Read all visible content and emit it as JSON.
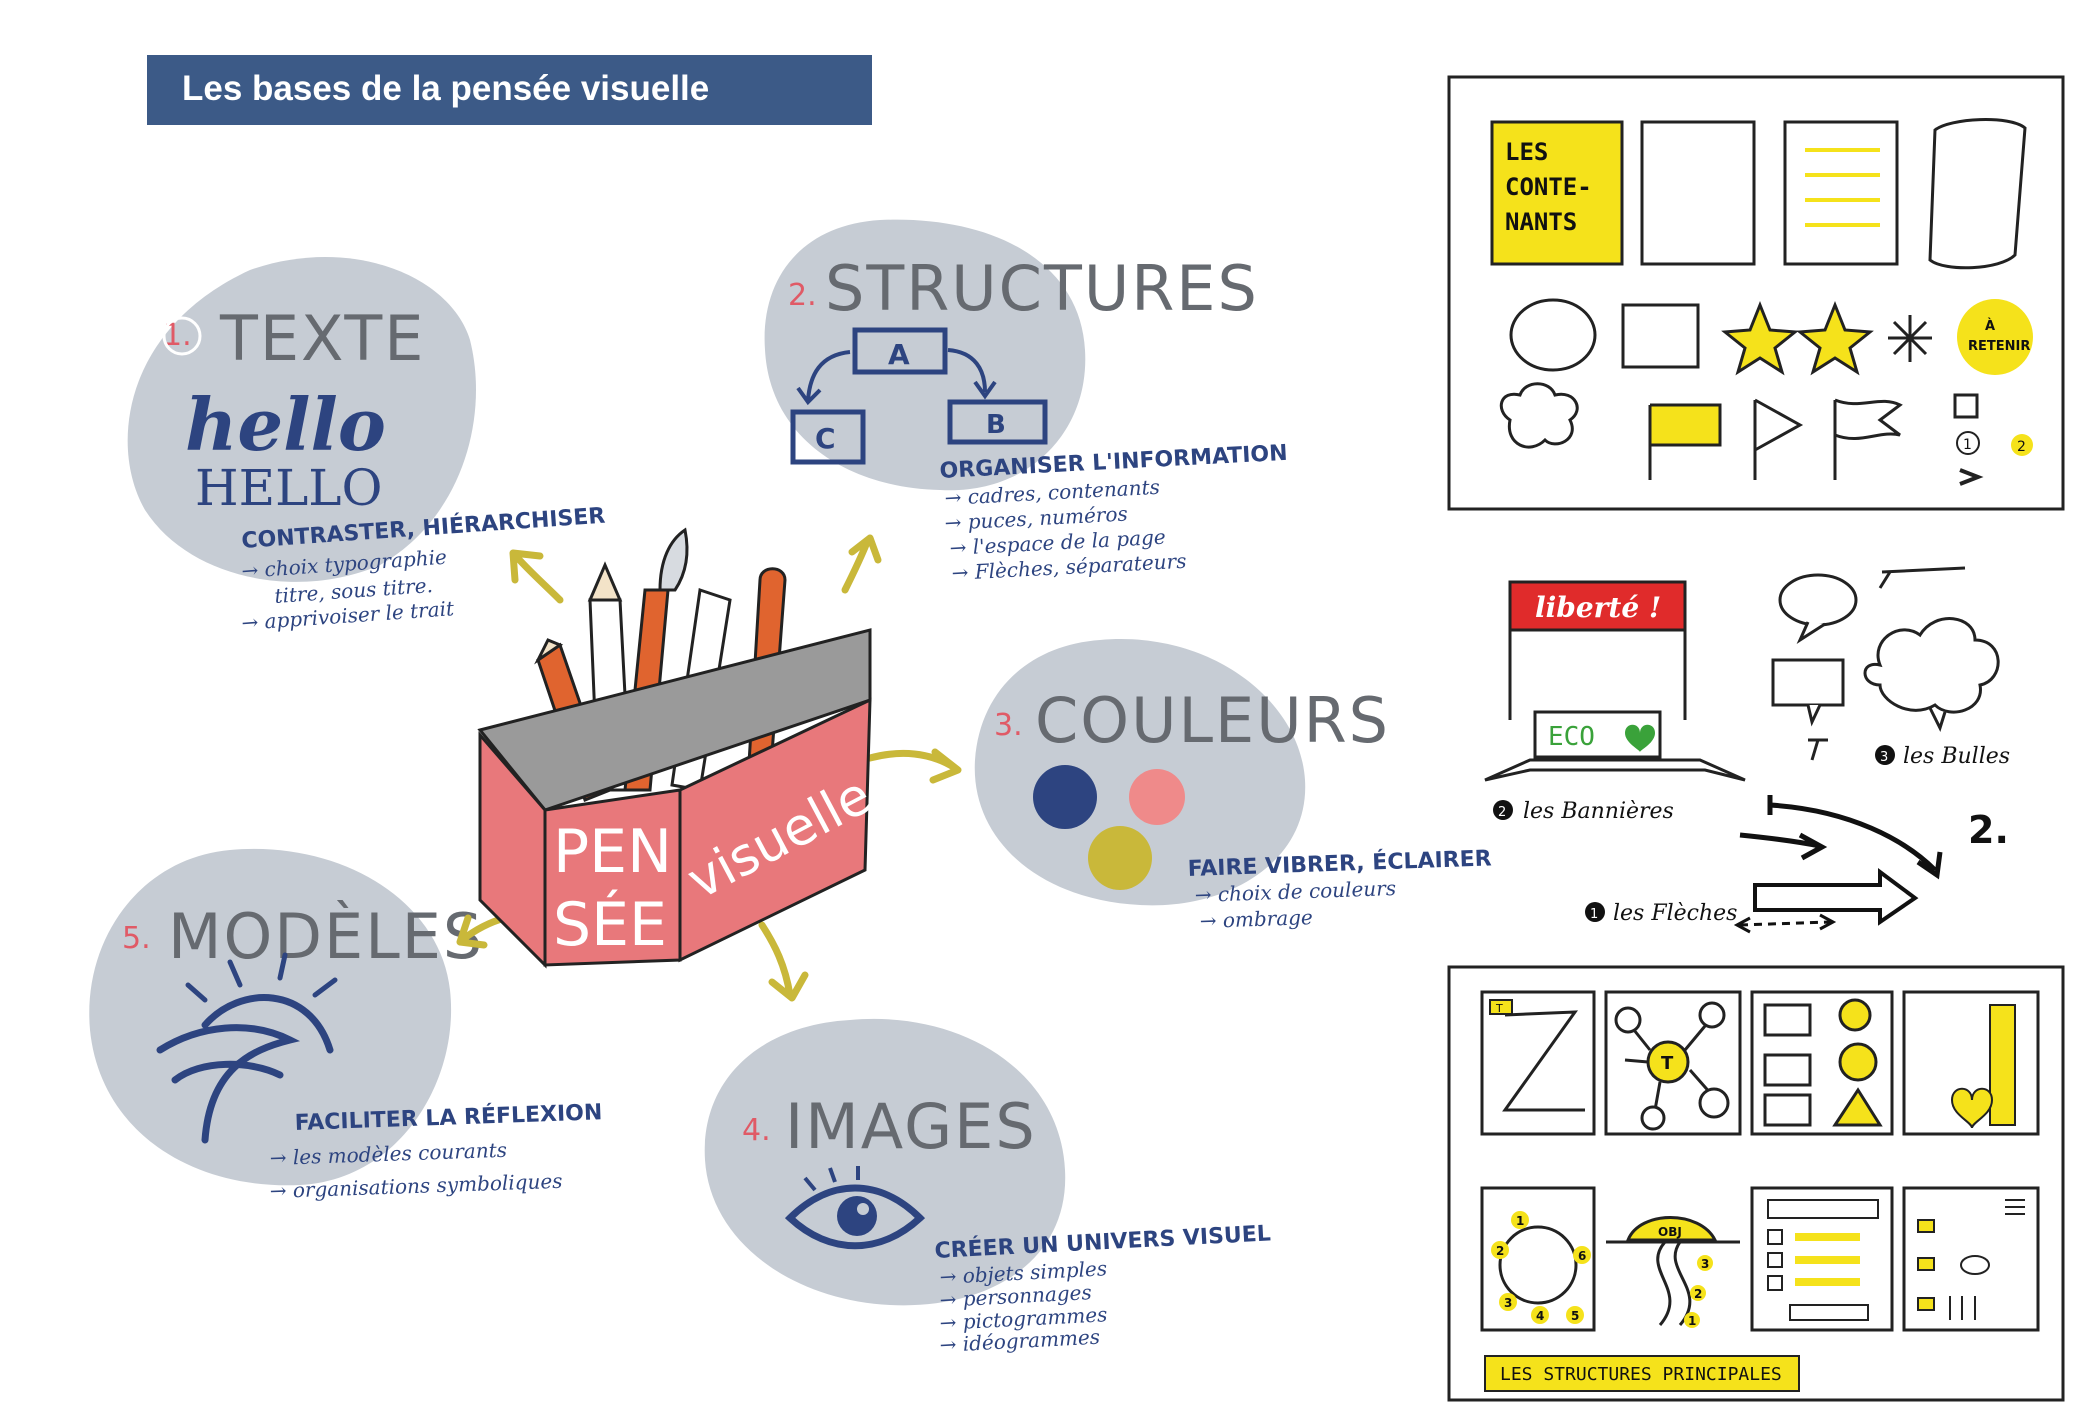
{
  "title": "Les bases de la pensée visuelle",
  "colors": {
    "title_bg": "#3c5a87",
    "bubble": "#c6ccd4",
    "ink_blue": "#2d4480",
    "accent_red": "#e05a66",
    "accent_yellow": "#f5e21b",
    "arrow_olive": "#c9b83a",
    "box_pink": "#e8787b"
  },
  "center": {
    "box_front": [
      "PEN",
      "SÉE"
    ],
    "box_side": "visuelle"
  },
  "bubbles": [
    {
      "id": "texte",
      "number": "1.",
      "title": "TEXTE",
      "samples": [
        "hello",
        "HELLO"
      ],
      "subtitle": "CONTRASTER, HIÉRARCHISER",
      "lines": [
        "→ choix typographie",
        "titre, sous titre.",
        "→ apprivoiser le trait"
      ]
    },
    {
      "id": "structures",
      "number": "2.",
      "title": "STRUCTURES",
      "boxes": [
        "A",
        "B",
        "C"
      ],
      "subtitle": "ORGANISER L'INFORMATION",
      "lines": [
        "→ cadres, contenants",
        "→ puces, numéros",
        "→ l'espace de la page",
        "→ Flèches, séparateurs"
      ]
    },
    {
      "id": "couleurs",
      "number": "3.",
      "title": "COULEURS",
      "subtitle": "FAIRE VIBRER, ÉCLAIRER",
      "lines": [
        "→ choix de couleurs",
        "→ ombrage"
      ]
    },
    {
      "id": "images",
      "number": "4.",
      "title": "IMAGES",
      "subtitle": "CRÉER UN UNIVERS VISUEL",
      "lines": [
        "→ objets simples",
        "→ personnages",
        "→ pictogrammes",
        "→ idéogrammes"
      ]
    },
    {
      "id": "modeles",
      "number": "5.",
      "title": "MODÈLES",
      "subtitle": "FACILITER LA RÉFLEXION",
      "lines": [
        "→ les modèles courants",
        "→ organisations symboliques"
      ]
    }
  ],
  "panels": {
    "contenants": {
      "label": [
        "LES",
        "CONTE-",
        "NANTS"
      ],
      "badge": [
        "À",
        "RETENIR"
      ],
      "numbers": [
        "1",
        "2"
      ]
    },
    "middle": {
      "banner": "liberté !",
      "ribbon": "ECO",
      "labels": {
        "bannieres": "les Bannières",
        "bulles": "les Bulles",
        "fleches": "les Flèches"
      },
      "markers": [
        "1",
        "2",
        "3"
      ],
      "big_number": "2."
    },
    "structures": {
      "footer": "LES STRUCTURES PRINCIPALES",
      "mini_labels": {
        "t": "T",
        "obj": "OBJ",
        "cycle": [
          "1",
          "2",
          "3",
          "4",
          "5",
          "6"
        ],
        "path": [
          "1",
          "2",
          "3"
        ]
      }
    }
  }
}
